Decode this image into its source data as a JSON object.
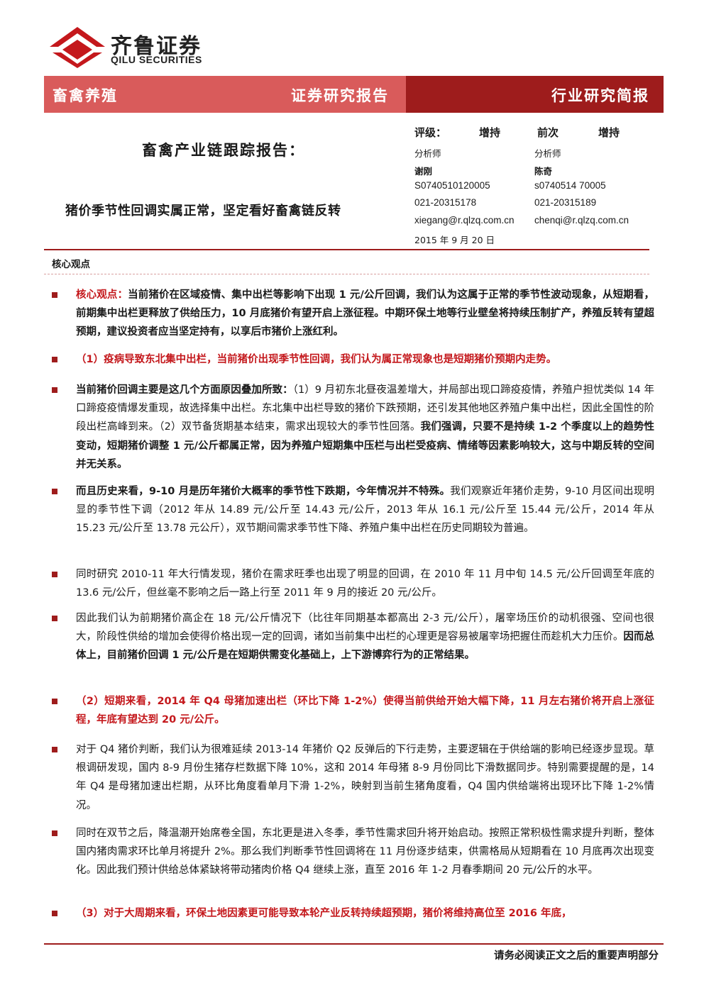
{
  "logo": {
    "name_cn": "齐鲁证券",
    "name_en": "QILU SECURITIES"
  },
  "banner": {
    "sector": "畜禽养殖",
    "type": "证券研究报告",
    "brief": "行业研究简报"
  },
  "title": "畜禽产业链跟踪报告：",
  "subtitle": "猪价季节性回调实属正常，坚定看好畜禽链反转",
  "rating": {
    "label": "评级：",
    "value": "增持",
    "prev_label": "前次",
    "prev_value": "增持"
  },
  "analysts": [
    {
      "role": "分析师",
      "name": "谢刚",
      "cert": "S0740510120005",
      "phone": "021-20315178",
      "email": "xiegang@r.qlzq.com.cn"
    },
    {
      "role": "分析师",
      "name": "陈奇",
      "cert": "s0740514  70005",
      "phone": "021-20315189",
      "email": "chenqi@r.qlzq.com.cn"
    }
  ],
  "date": "2015 年 9 月 20 日",
  "core_label": "核心观点",
  "p1": {
    "lead": "核心观点：",
    "text": "当前猪价在区域疫情、集中出栏等影响下出现 1 元/公斤回调，我们认为这属于正常的季节性波动现象，从短期看，前期集中出栏更释放了供给压力，10 月底猪价有望开启上涨征程。中期环保土地等行业壁垒将持续压制扩产，养殖反转有望超预期，建议投资者应当坚定持有，以享后市猪价上涨红利。"
  },
  "p2": "（1）疫病导致东北集中出栏，当前猪价出现季节性回调，我们认为属正常现象也是短期猪价预期内走势。",
  "p3": {
    "a": "当前猪价回调主要是这几个方面原因叠加所致：",
    "b": "（1）9 月初东北昼夜温差增大，并局部出现口蹄疫疫情，养殖户担忧类似 14 年口蹄疫疫情爆发重现，故选择集中出栏。东北集中出栏导致的猪价下跌预期，还引发其他地区养殖户集中出栏，因此全国性的阶段出栏高峰到来。（2）双节备货期基本结束，需求出现较大的季节性回落。",
    "c": "我们强调，只要不是持续 1-2 个季度以上的趋势性变动，短期猪价调整 1 元/公斤都属正常，因为养殖户短期集中压栏与出栏受疫病、情绪等因素影响较大，这与中期反转的空间并无关系。"
  },
  "p4": {
    "a": "而且历史来看，9-10 月是历年猪价大概率的季节性下跌期，今年情况并不特殊。",
    "b": "我们观察近年猪价走势，9-10 月区间出现明显的季节性下调（2012 年从 14.89 元/公斤至 14.43 元/公斤，2013 年从 16.1 元/公斤至 15.44 元/公斤，2014 年从 15.23 元/公斤至 13.78 元公斤），双节期间需求季节性下降、养殖户集中出栏在历史同期较为普遍。"
  },
  "p5": "同时研究 2010-11 年大行情发现，猪价在需求旺季也出现了明显的回调，在 2010 年 11 月中旬 14.5 元/公斤回调至年底的 13.6 元/公斤，但丝毫不影响之后一路上行至 2011 年 9 月的接近 20 元/公斤。",
  "p6": {
    "a": "因此我们认为前期猪价高企在 18 元/公斤情况下（比往年同期基本都高出 2-3 元/公斤），屠宰场压价的动机很强、空间也很大，阶段性供给的增加会使得价格出现一定的回调，诸如当前集中出栏的心理更是容易被屠宰场把握住而趁机大力压价。",
    "b": "因而总体上，目前猪价回调 1 元/公斤是在短期供需变化基础上，上下游博弈行为的正常结果。"
  },
  "p7": "（2）短期来看，2014 年 Q4 母猪加速出栏（环比下降 1-2%）使得当前供给开始大幅下降，11 月左右猪价将开启上涨征程，年底有望达到 20 元/公斤。",
  "p8": "对于 Q4 猪价判断，我们认为很难延续 2013-14 年猪价 Q2 反弹后的下行走势，主要逻辑在于供给端的影响已经逐步显现。草根调研发现，国内 8-9 月份生猪存栏数据下降 10%，这和 2014 年母猪 8-9 月份同比下滑数据同步。特别需要提醒的是，14 年 Q4 是母猪加速出栏期，从环比角度看单月下滑 1-2%，映射到当前生猪角度看，Q4 国内供给端将出现环比下降 1-2%情况。",
  "p9": "同时在双节之后，降温潮开始席卷全国，东北更是进入冬季，季节性需求回升将开始启动。按照正常积极性需求提升判断，整体国内猪肉需求环比单月将提升 2%。那么我们判断季节性回调将在 11 月份逐步结束，供需格局从短期看在 10 月底再次出现变化。因此我们预计供给总体紧缺将带动猪肉价格 Q4 继续上涨，直至 2016 年 1-2 月春季期间 20 元/公斤的水平。",
  "p10": "（3）对于大周期来看，环保土地因素更可能导致本轮产业反转持续超预期，猪价将维持高位至 2016 年底，",
  "footer": "请务必阅读正文之后的重要声明部分",
  "colors": {
    "banner_light": "#d95b5b",
    "banner_dark": "#9e1c1c",
    "emphasis_red": "#c4181c"
  }
}
